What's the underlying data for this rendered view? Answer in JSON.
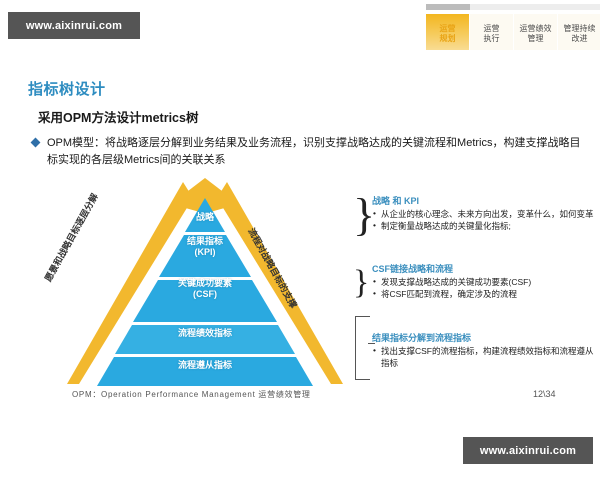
{
  "watermarks": {
    "top": "www.aixinrui.com",
    "bottom": "www.aixinrui.com"
  },
  "nav": {
    "tabs": [
      {
        "line1": "运营",
        "line2": "规划",
        "active": true
      },
      {
        "line1": "运营",
        "line2": "执行",
        "active": false
      },
      {
        "line1": "运营绩效",
        "line2": "管理",
        "active": false
      },
      {
        "line1": "管理持续",
        "line2": "改进",
        "active": false
      }
    ],
    "active_color": "#f3b61f"
  },
  "slide": {
    "title": "指标树设计",
    "title_color": "#2d8cc0",
    "subtitle": "采用OPM方法设计metrics树",
    "bullet": "OPM模型：将战略逐层分解到业务结果及业务流程，识别支撑战略达成的关键流程和Metrics，构建支撑战略目标实现的各层级Metrics间的关联关系",
    "footer_note": "OPM：Operation Performance Management  运营绩效管理",
    "page_number": "12\\34"
  },
  "pyramid": {
    "fill_color": "#2aa9e0",
    "arrow_color": "#f2b82e",
    "side_label_left": "愿景和战略目标逐层分解",
    "side_label_right": "流程对战略目标的支撑",
    "layers": [
      {
        "label": "战略",
        "sub": ""
      },
      {
        "label": "结果指标",
        "sub": "(KPI)"
      },
      {
        "label": "关键成功要素",
        "sub": "(CSF)"
      },
      {
        "label": "流程绩效指标",
        "sub": ""
      },
      {
        "label": "流程遵从指标",
        "sub": ""
      }
    ]
  },
  "annotations": [
    {
      "title": "战略 和 KPI",
      "items": [
        "从企业的核心理念、未来方向出发，变革什么，如何变革",
        "制定衡量战略达成的关键量化指标;"
      ]
    },
    {
      "title": "CSF链接战略和流程",
      "items": [
        "发现支撑战略达成的关键成功要素(CSF)",
        "将CSF匹配到流程，确定涉及的流程"
      ]
    },
    {
      "title": "结果指标分解到流程指标",
      "items": [
        "找出支撑CSF的流程指标，构建流程绩效指标和流程遵从指标"
      ]
    }
  ]
}
